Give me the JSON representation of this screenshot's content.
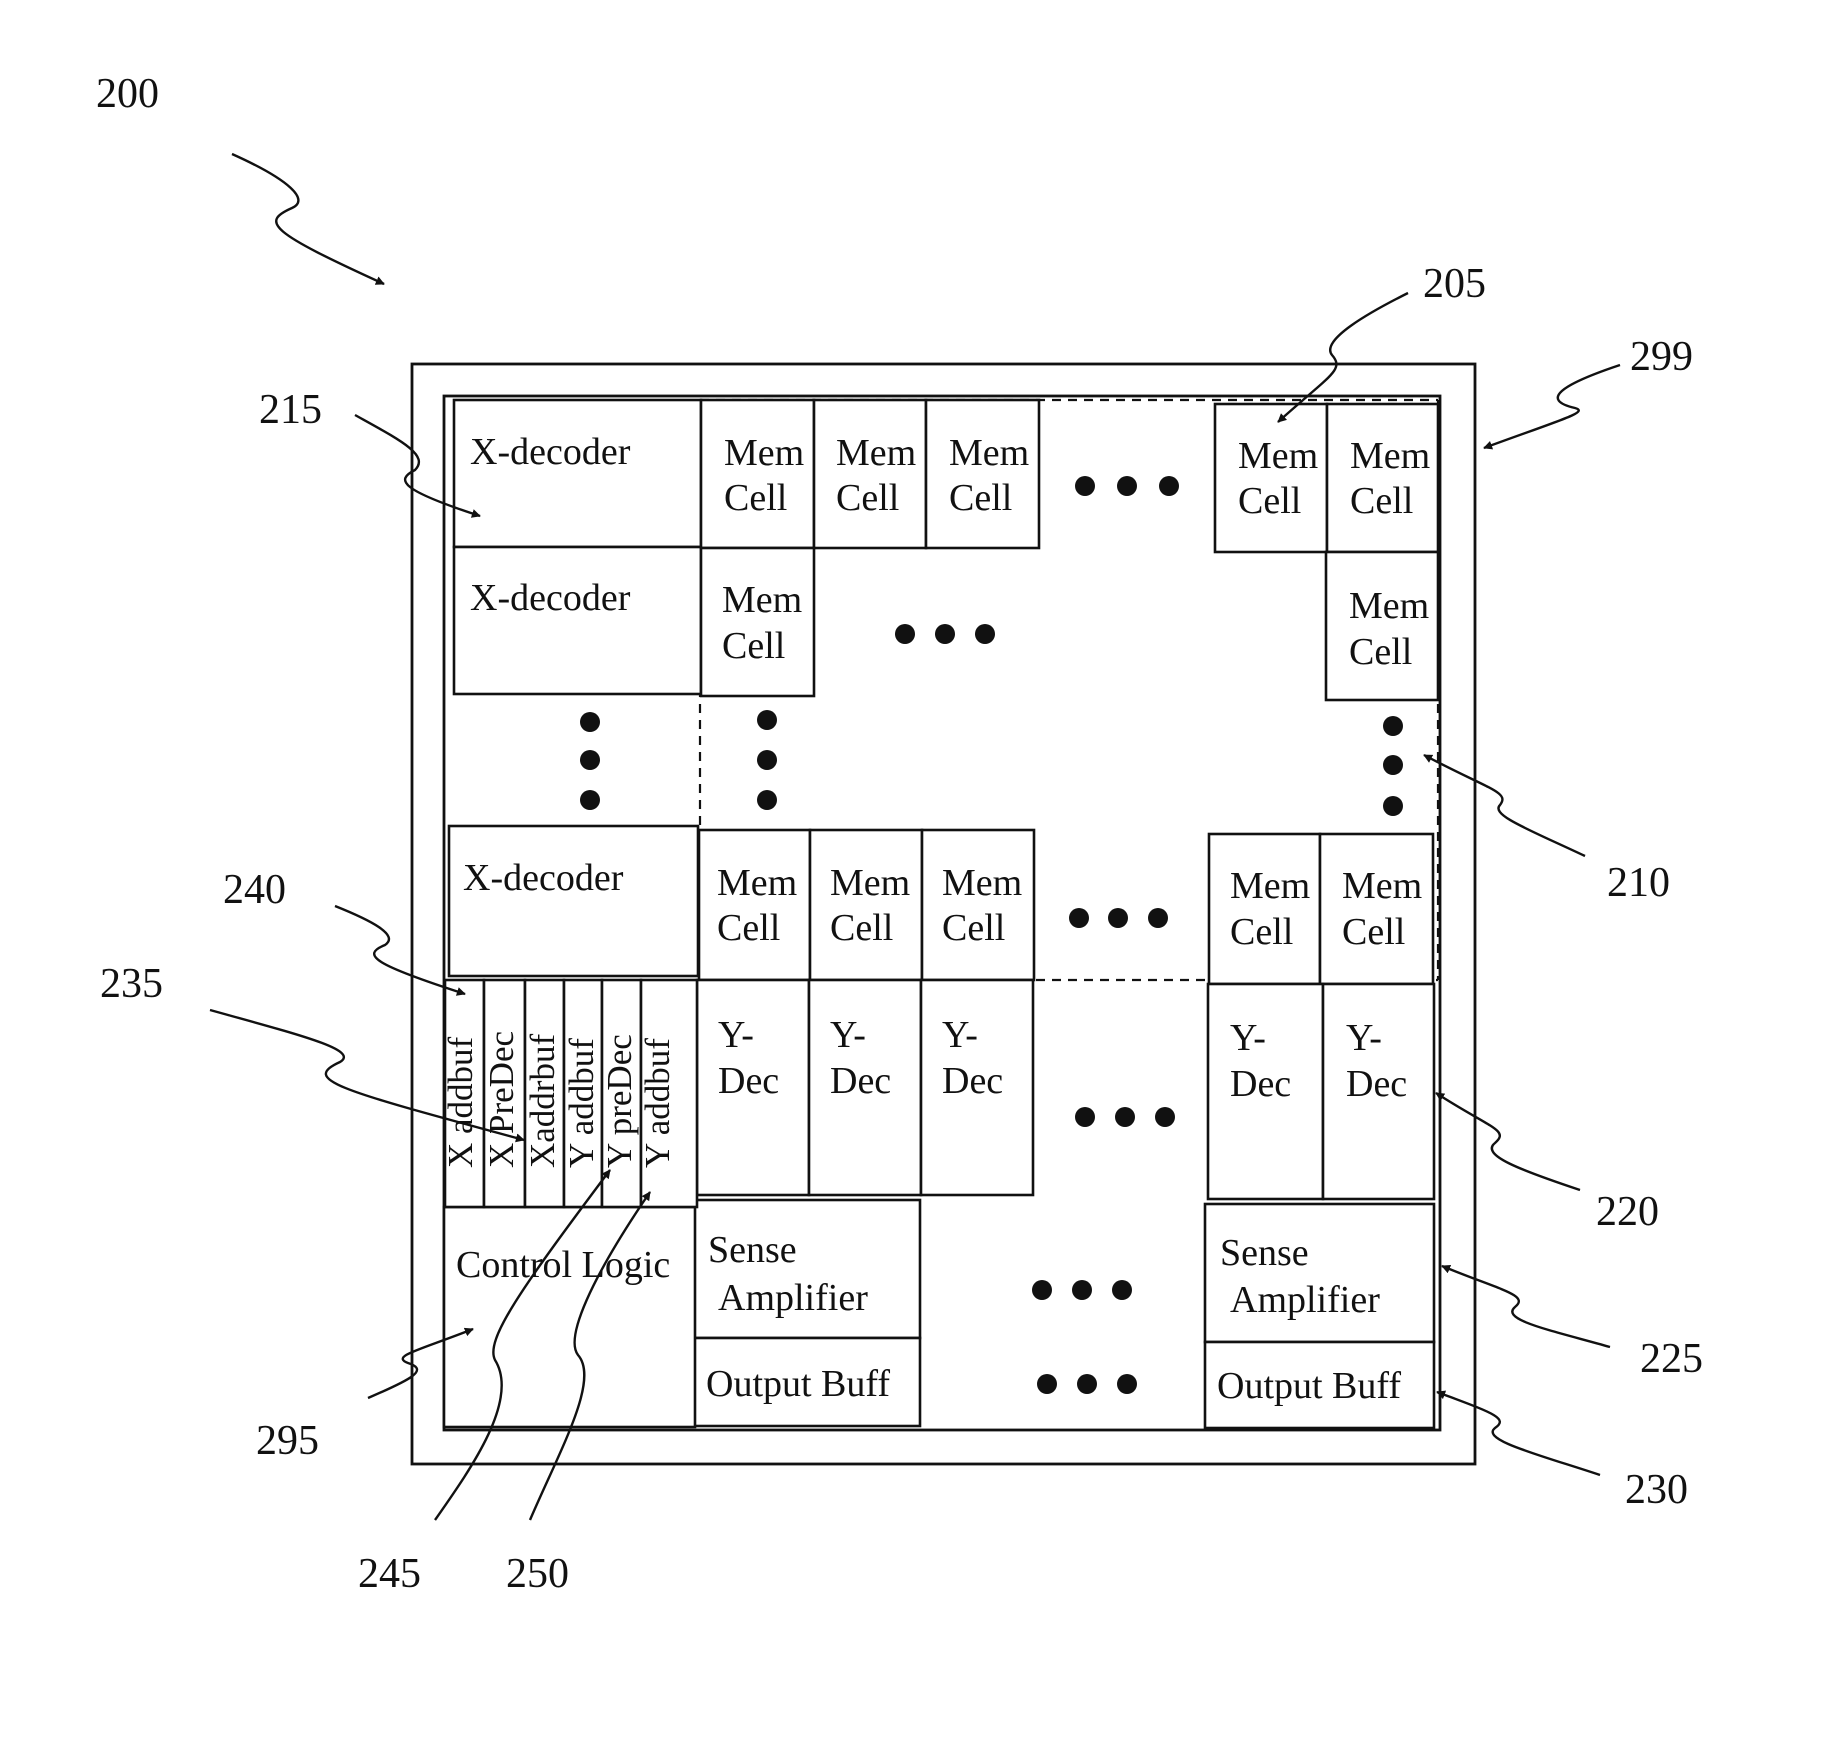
{
  "figure": {
    "title_ref": "200",
    "refs": {
      "r205": "205",
      "r299": "299",
      "r215": "215",
      "r210": "210",
      "r240": "240",
      "r235": "235",
      "r220": "220",
      "r225": "225",
      "r295": "295",
      "r230": "230",
      "r245": "245",
      "r250": "250"
    },
    "labels": {
      "x_decoder": "X-decoder",
      "mem": "Mem",
      "cell": "Cell",
      "y_dash": "Y-",
      "dec": "Dec",
      "sense": "Sense",
      "amplifier": "Amplifier",
      "output_buff": "Output Buff",
      "control_logic": "Control Logic",
      "x_addbuf": "X addbuf",
      "x_predec": "X PreDec",
      "xaddrbuf": "Xaddrbuf",
      "y_addbuf": "Y addbuf",
      "y_predec": "Y preDec",
      "y_addbuf2": "Y addbuf"
    }
  }
}
